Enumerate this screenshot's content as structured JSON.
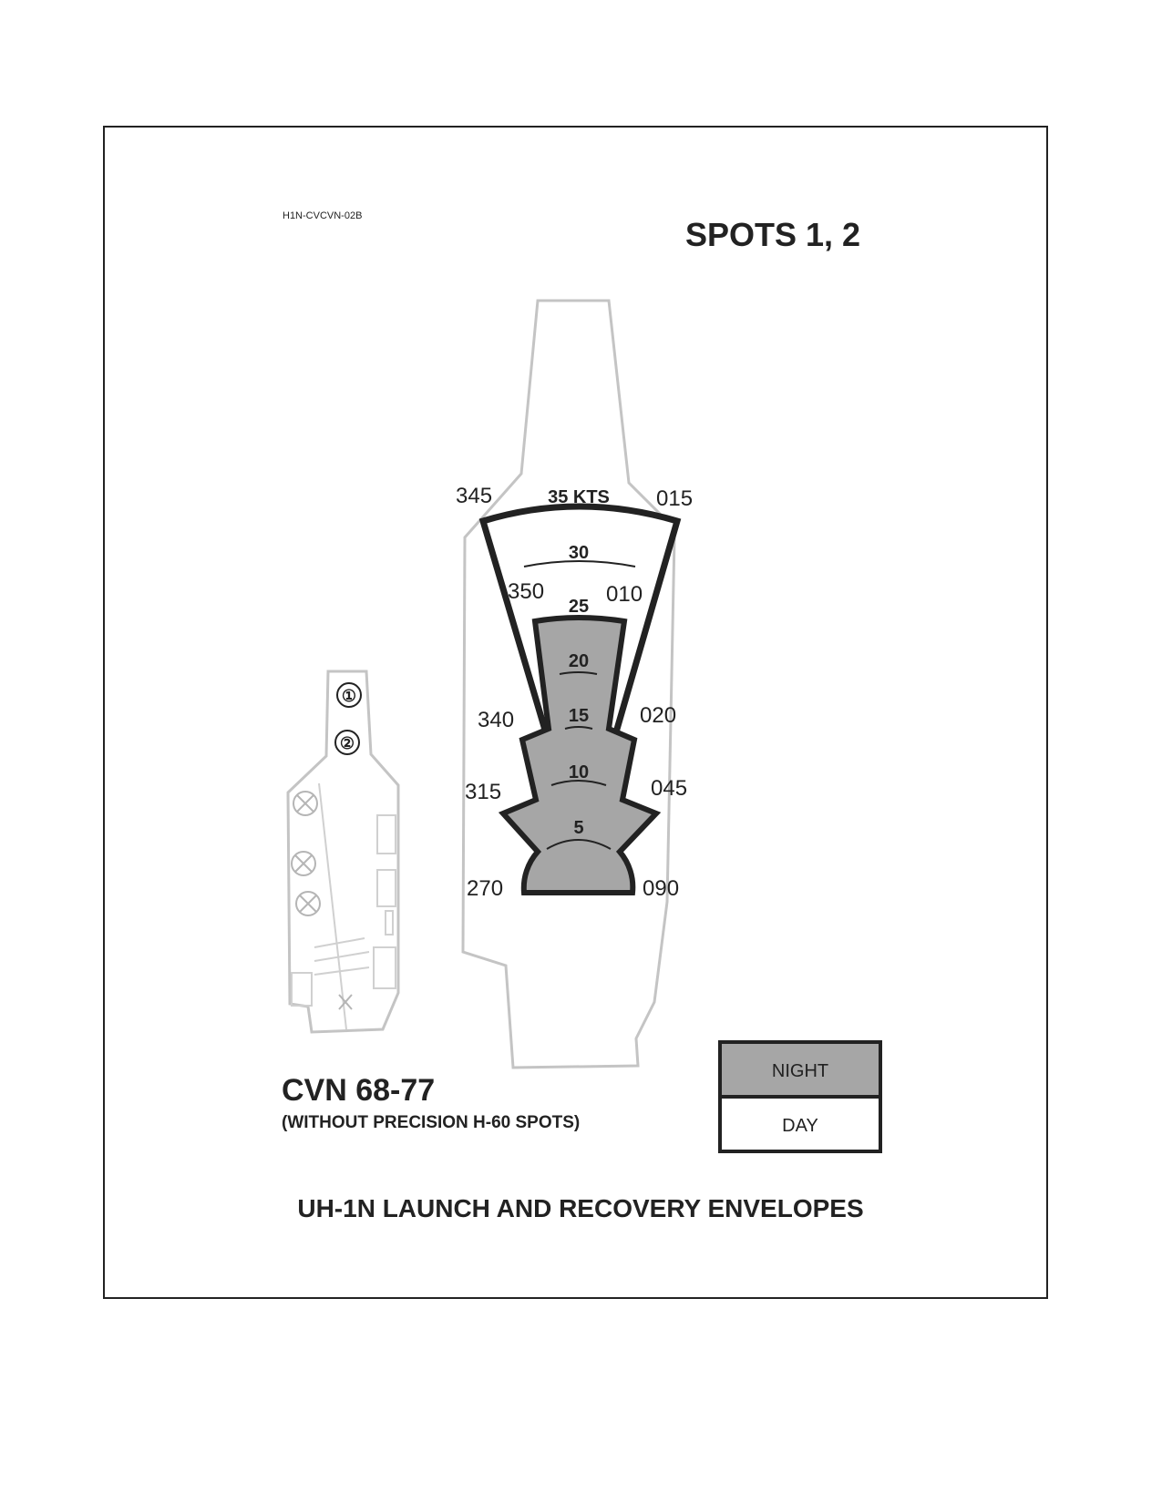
{
  "figure_id": "H1N-CVCVN-02B",
  "spots_title": "SPOTS 1, 2",
  "ship_class": "CVN 68-77",
  "ship_note": "(WITHOUT PRECISION H-60 SPOTS)",
  "caption": "UH-1N LAUNCH AND RECOVERY ENVELOPES",
  "speeds": {
    "s35": "35 KTS",
    "s30": "30",
    "s25": "25",
    "s20": "20",
    "s15": "15",
    "s10": "10",
    "s5": "5"
  },
  "bearings": {
    "b345": "345",
    "b015": "015",
    "b350": "350",
    "b010": "010",
    "b340": "340",
    "b020": "020",
    "b315": "315",
    "b045": "045",
    "b270": "270",
    "b090": "090"
  },
  "spot_markers": {
    "spot1": "①",
    "spot2": "②"
  },
  "legend": {
    "night": "NIGHT",
    "day": "DAY"
  },
  "colors": {
    "night_fill": "#a6a6a6",
    "day_fill": "#ffffff",
    "outline": "#222222",
    "deck_outline": "#c4c4c4"
  }
}
